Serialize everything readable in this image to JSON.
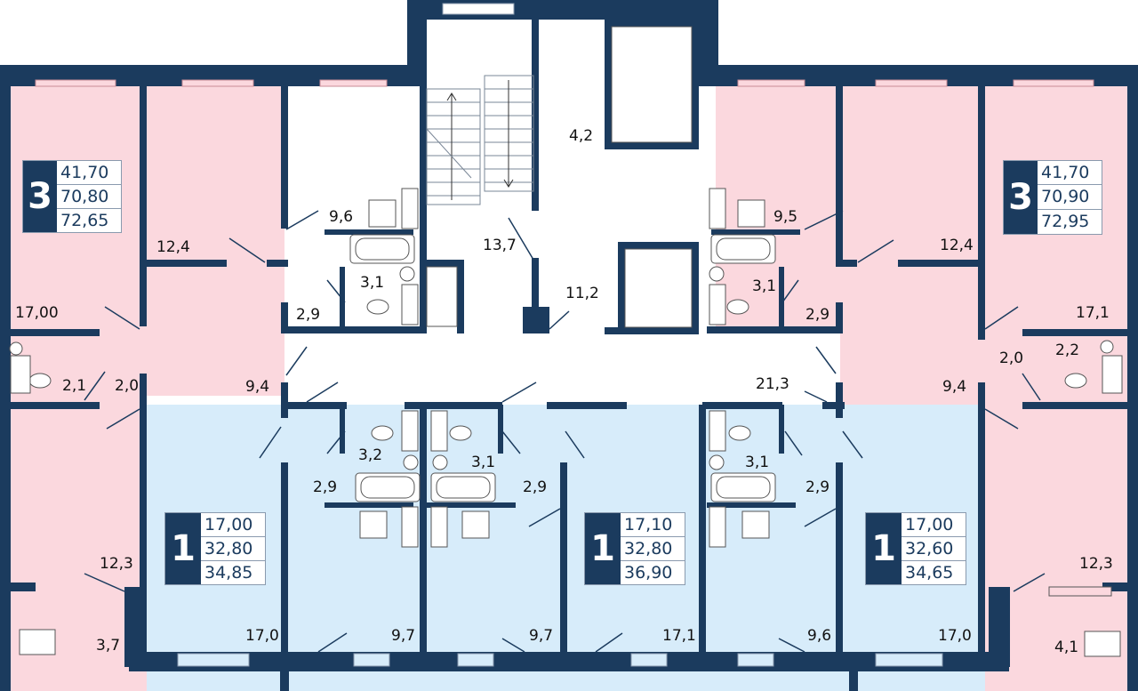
{
  "apartments": [
    {
      "rooms": "3",
      "areas": [
        "41,70",
        "70,80",
        "72,65"
      ]
    },
    {
      "rooms": "3",
      "areas": [
        "41,70",
        "70,90",
        "72,95"
      ]
    },
    {
      "rooms": "1",
      "areas": [
        "17,00",
        "32,80",
        "34,85"
      ]
    },
    {
      "rooms": "1",
      "areas": [
        "17,10",
        "32,80",
        "36,90"
      ]
    },
    {
      "rooms": "1",
      "areas": [
        "17,00",
        "32,60",
        "34,65"
      ]
    }
  ],
  "room_areas": [
    "4,2",
    "13,7",
    "11,2",
    "21,3",
    "12,4",
    "9,6",
    "3,1",
    "2,9",
    "17,00",
    "2,1",
    "2,0",
    "9,4",
    "12,3",
    "3,7",
    "9,5",
    "3,1",
    "2,9",
    "12,4",
    "17,1",
    "2,0",
    "2,2",
    "9,4",
    "12,3",
    "4,1",
    "3,2",
    "2,9",
    "17,0",
    "9,7",
    "3,1",
    "2,9",
    "9,7",
    "17,1",
    "3,1",
    "2,9",
    "9,6",
    "17,0"
  ],
  "colors": {
    "wall": "#1b3b5e",
    "three_room_fill": "#fbd8de",
    "one_room_fill": "#d7ecfa",
    "common_fill": "#ffffff",
    "badge_dark": "#1b3b5e"
  },
  "icons": [
    "stair-arrow-up-icon",
    "stair-arrow-down-icon",
    "bathtub-icon",
    "toilet-icon",
    "sink-icon",
    "shower-icon",
    "door-swing-icon",
    "window-icon"
  ]
}
